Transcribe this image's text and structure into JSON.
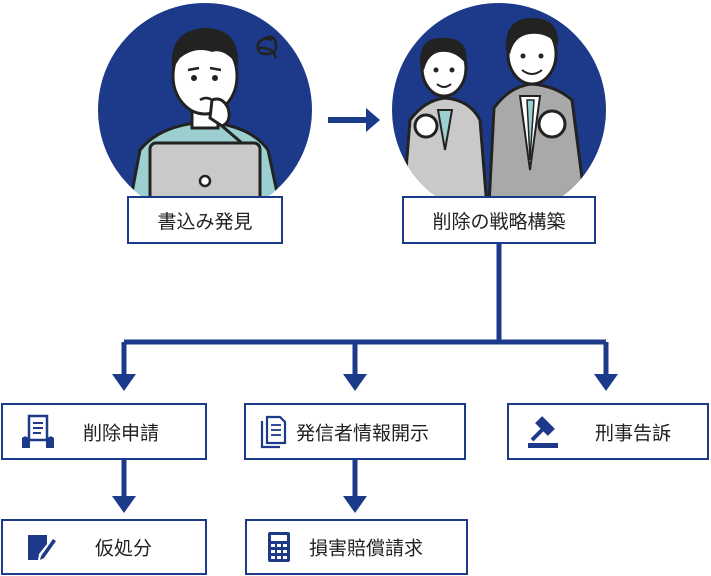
{
  "colors": {
    "navy": "#1d3a8a",
    "line": "#1b3a8a",
    "teal": "#9ccfcf",
    "gray": "#c9c9c9",
    "suit": "#a9a9a9"
  },
  "stage1": {
    "label": "書込み発見"
  },
  "stage2": {
    "label": "削除の戦略構築"
  },
  "options": [
    {
      "label": "削除申請",
      "icon": "document-hand-icon"
    },
    {
      "label": "発信者情報開示",
      "icon": "documents-icon"
    },
    {
      "label": "刑事告訴",
      "icon": "gavel-icon"
    }
  ],
  "followups": [
    {
      "label": "仮処分",
      "icon": "pen-paper-icon"
    },
    {
      "label": "損害賠償請求",
      "icon": "calculator-icon"
    }
  ]
}
